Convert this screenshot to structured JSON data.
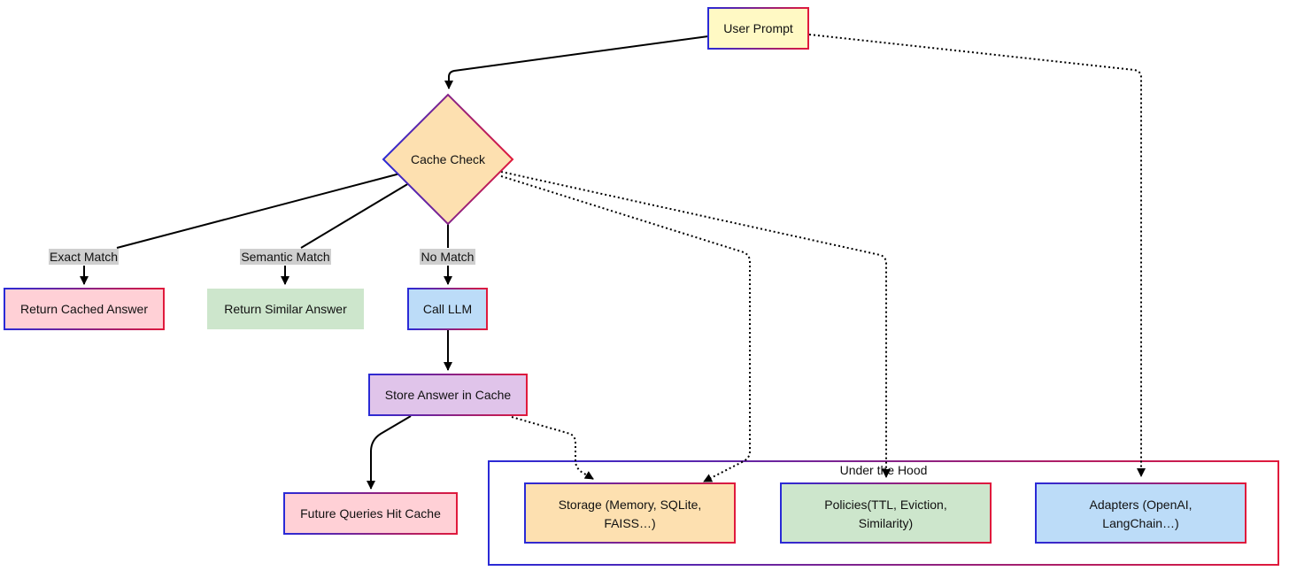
{
  "nodes": {
    "user_prompt": "User Prompt",
    "cache_check": "Cache Check",
    "return_cached": "Return Cached Answer",
    "return_similar": "Return Similar Answer",
    "call_llm": "Call LLM",
    "store_answer": "Store Answer in Cache",
    "future_queries": "Future Queries Hit Cache",
    "storage_line1": "Storage (Memory, SQLite,",
    "storage_line2": "FAISS…)",
    "policies_line1": "Policies(TTL, Eviction,",
    "policies_line2": "Similarity)",
    "adapters_line1": "Adapters (OpenAI,",
    "adapters_line2": "LangChain…)"
  },
  "edge_labels": {
    "exact": "Exact Match",
    "semantic": "Semantic Match",
    "none": "No Match"
  },
  "group": {
    "title": "Under the Hood"
  },
  "colors": {
    "yellow": "#fff9c4",
    "orange": "#fde0b0",
    "pink": "#ffd0d6",
    "green": "#cde6cc",
    "blue": "#bcdcf8",
    "purple": "#e0c4ea",
    "border_blue": "#2a2ad6",
    "border_red": "#e01a3c"
  }
}
